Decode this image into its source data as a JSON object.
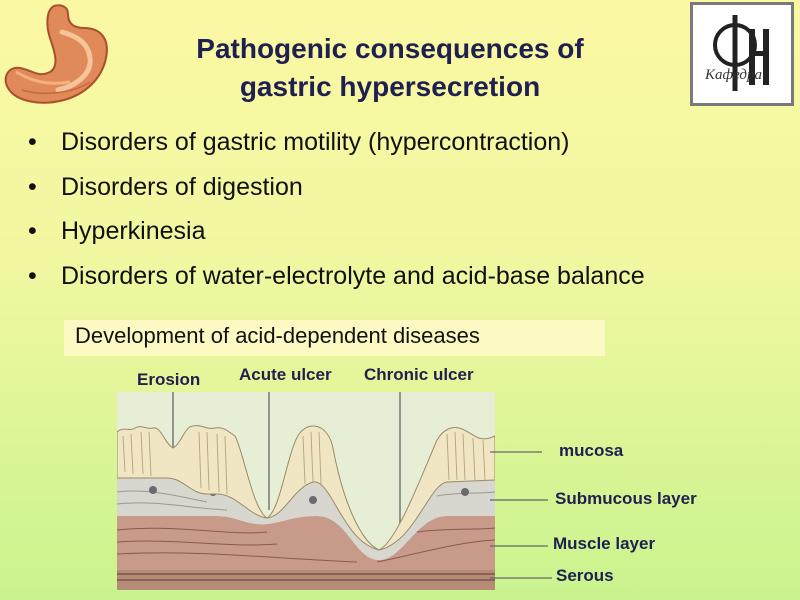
{
  "title": {
    "line1": "Pathogenic consequences of",
    "line2": "gastric hypersecretion"
  },
  "logo": {
    "text": "Кафедра"
  },
  "bullets": [
    "Disorders of gastric motility (hypercontraction)",
    "Disorders of digestion",
    "Hyperkinesia",
    "Disorders of water-electrolyte and acid-base balance"
  ],
  "development_box": "Development of acid-dependent diseases",
  "diagram": {
    "top_labels": {
      "erosion": "Erosion",
      "acute_ulcer": "Acute ulcer",
      "chronic_ulcer": "Chronic ulcer"
    },
    "layer_labels": {
      "mucosa": "mucosa",
      "submucous": "Submucous layer",
      "muscle": "Muscle layer",
      "serous": "Serous"
    }
  },
  "colors": {
    "title": "#1f1f50",
    "mucosa": "#f1e6c4",
    "submucosa": "#d7d7cf",
    "muscle": "#c89a8a",
    "lumen": "#e7eed6"
  }
}
